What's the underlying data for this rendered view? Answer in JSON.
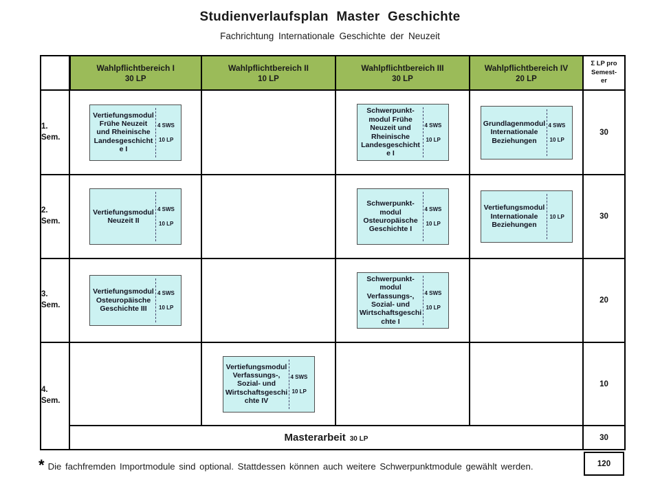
{
  "title": "Studienverlaufsplan Master Geschichte",
  "subtitle": "Fachrichtung Internationale Geschichte der Neuzeit",
  "colors": {
    "header_green": "#9bbb59",
    "module_fill": "#ccf2f2",
    "border_black": "#000000"
  },
  "table": {
    "column_headers": [
      {
        "name": "Wahlpflichtbereich I",
        "lp": "30 LP"
      },
      {
        "name": "Wahlpflichtbereich II",
        "lp": "10 LP"
      },
      {
        "name": "Wahlpflichtbereich III",
        "lp": "30 LP"
      },
      {
        "name": "Wahlpflichtbereich IV",
        "lp": "20 LP"
      }
    ],
    "sum_header_lines": [
      "Σ LP pro",
      "Semest-",
      "er"
    ],
    "rows": [
      {
        "label": "1. Sem.",
        "sum": "30"
      },
      {
        "label": "2. Sem.",
        "sum": "30"
      },
      {
        "label": "3. Sem.",
        "sum": "20"
      },
      {
        "label": "4. Sem.",
        "sum": "10"
      }
    ],
    "masterarbeit": {
      "title": "Masterarbeit",
      "lp": "30 LP",
      "sum": "30"
    },
    "total": "120"
  },
  "modules": {
    "r1c1": {
      "title": "Vertiefungsmodul Frühe Neuzeit und Rheinische Landesgeschichte I",
      "sws": "4 SWS",
      "lp": "10 LP"
    },
    "r1c3": {
      "title": "Schwerpunkt-modul Frühe Neuzeit und Rheinische Landesgeschichte I",
      "sws": "4 SWS",
      "lp": "10 LP"
    },
    "r1c4": {
      "title": "Grundlagenmodul Internationale Beziehungen",
      "sws": "4 SWS",
      "lp": "10 LP"
    },
    "r2c1": {
      "title": "Vertiefungsmodul Neuzeit II",
      "sws": "4 SWS",
      "lp": "10 LP"
    },
    "r2c3": {
      "title": "Schwerpunkt-modul Osteuropäische Geschichte I",
      "sws": "4 SWS",
      "lp": "10 LP"
    },
    "r2c4": {
      "title": "Vertiefungsmodul Internationale Beziehungen",
      "lp": "10 LP"
    },
    "r3c1": {
      "title": "Vertiefungsmodul Osteuropäische Geschichte III",
      "sws": "4 SWS",
      "lp": "10 LP"
    },
    "r3c3": {
      "title": "Schwerpunkt-modul Verfassungs-, Sozial- und Wirtschaftsgeschichte I",
      "sws": "4 SWS",
      "lp": "10 LP"
    },
    "r4c2": {
      "title": "Vertiefungsmodul Verfassungs-, Sozial- und Wirtschaftsgeschichte IV",
      "sws": "4 SWS",
      "lp": "10 LP"
    }
  },
  "footnote": {
    "marker": "*",
    "text": "Die fachfremden Importmodule  sind optional. Stattdessen können  auch weitere Schwerpunktmodule  gewählt werden."
  }
}
